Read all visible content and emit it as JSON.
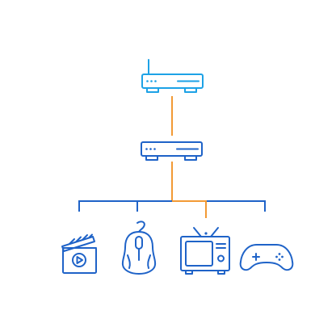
{
  "colors": {
    "background": "#ffffff",
    "icon_blue": "#1f63c8",
    "router_blue": "#1da2e6",
    "accent_orange": "#f29a35"
  },
  "nodes": [
    {
      "id": "router",
      "icon": "wifi-router-icon"
    },
    {
      "id": "modem",
      "icon": "modem-icon"
    },
    {
      "id": "media",
      "icon": "video-clapperboard-icon"
    },
    {
      "id": "mouse",
      "icon": "computer-mouse-icon"
    },
    {
      "id": "tv",
      "icon": "television-icon"
    },
    {
      "id": "gamepad",
      "icon": "gamepad-icon"
    }
  ],
  "connections": [
    {
      "from": "router",
      "to": "modem",
      "color": "orange"
    },
    {
      "from": "modem",
      "to": "media",
      "color": "blue"
    },
    {
      "from": "modem",
      "to": "mouse",
      "color": "blue"
    },
    {
      "from": "modem",
      "to": "tv",
      "color": "orange"
    },
    {
      "from": "modem",
      "to": "gamepad",
      "color": "blue"
    }
  ]
}
